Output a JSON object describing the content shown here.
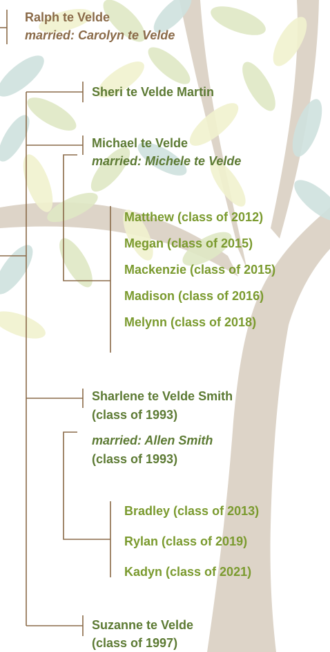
{
  "colors": {
    "line": "#8a6a48",
    "root_text": "#8a6a48",
    "child_text": "#5c7a33",
    "grandchild_text": "#7a9a2e",
    "trunk": "#d8cfc3",
    "leaf_green": "#dfe8c4",
    "leaf_teal": "#cfe1de",
    "leaf_yellow": "#f1f2cf"
  },
  "root": {
    "name": "Ralph te Velde",
    "spouse": "married: Carolyn te Velde"
  },
  "children": [
    {
      "name": "Sheri te Velde Martin"
    },
    {
      "name": "Michael te Velde",
      "spouse": "married: Michele te Velde",
      "children": [
        "Matthew (class of 2012)",
        "Megan (class of 2015)",
        "Mackenzie (class of 2015)",
        "Madison (class of 2016)",
        "Melynn (class of 2018)"
      ]
    },
    {
      "name": "Sharlene te Velde Smith",
      "name_line2": "(class of 1993)",
      "spouse": "married: Allen Smith",
      "spouse_line2": "(class of 1993)",
      "children": [
        "Bradley (class of 2013)",
        "Rylan (class of 2019)",
        "Kadyn (class of 2021)"
      ]
    },
    {
      "name": "Suzanne te Velde",
      "name_line2": "(class of 1997)"
    }
  ]
}
